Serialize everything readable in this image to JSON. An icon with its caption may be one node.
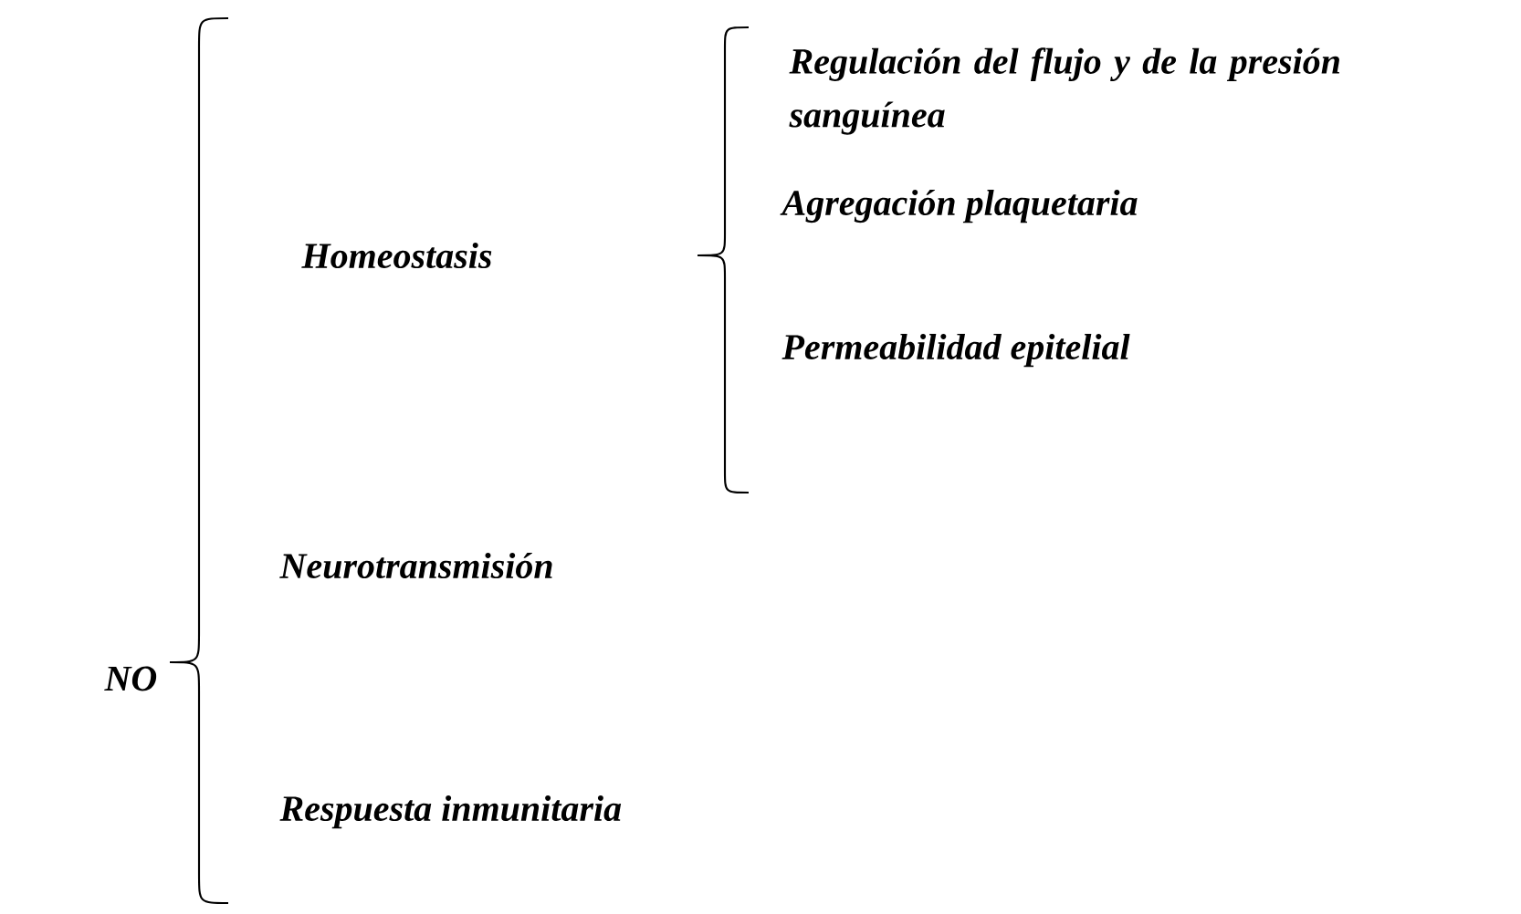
{
  "diagram": {
    "labels": [
      "Regulación del flujo y de la presión sanguínea",
      "Homeostasis",
      "Agregación plaquetaria",
      "Permeabilidad epitelial",
      "NO",
      "Neurotransmisión",
      "Respuesta inmunitaria"
    ]
  }
}
